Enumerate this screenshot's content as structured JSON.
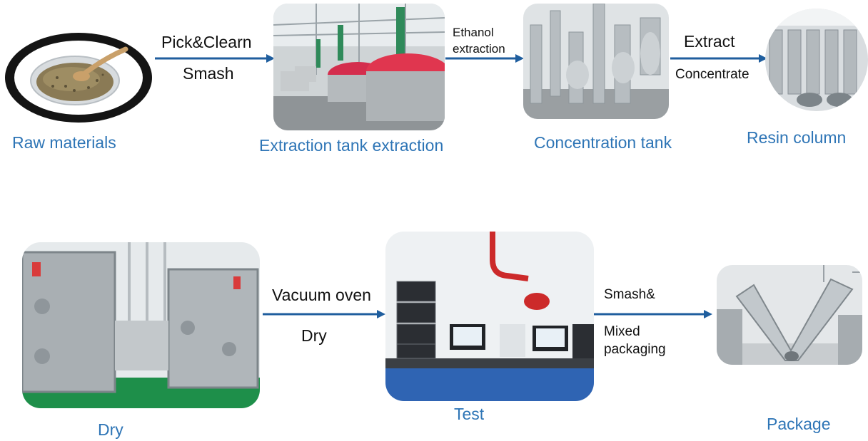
{
  "colors": {
    "caption": "#2E75B6",
    "arrow": "#1F5E9E",
    "label": "#111111"
  },
  "stages": {
    "raw_materials": "Raw materials",
    "extraction_tank": "Extraction tank extraction",
    "concentration_tank": "Concentration tank",
    "resin_column": "Resin column",
    "dry": "Dry",
    "test": "Test",
    "package": "Package"
  },
  "steps": {
    "step1": {
      "top": "Pick&Clearn",
      "bottom": "Smash"
    },
    "step2": {
      "top_line1": "Ethanol",
      "top_line2": "extraction"
    },
    "step3": {
      "top": "Extract",
      "bottom": "Concentrate"
    },
    "step4": {
      "top": "Vacuum oven",
      "bottom": "Dry"
    },
    "step5": {
      "top": "Smash&",
      "bottom_line1": "Mixed",
      "bottom_line2": "packaging"
    }
  }
}
